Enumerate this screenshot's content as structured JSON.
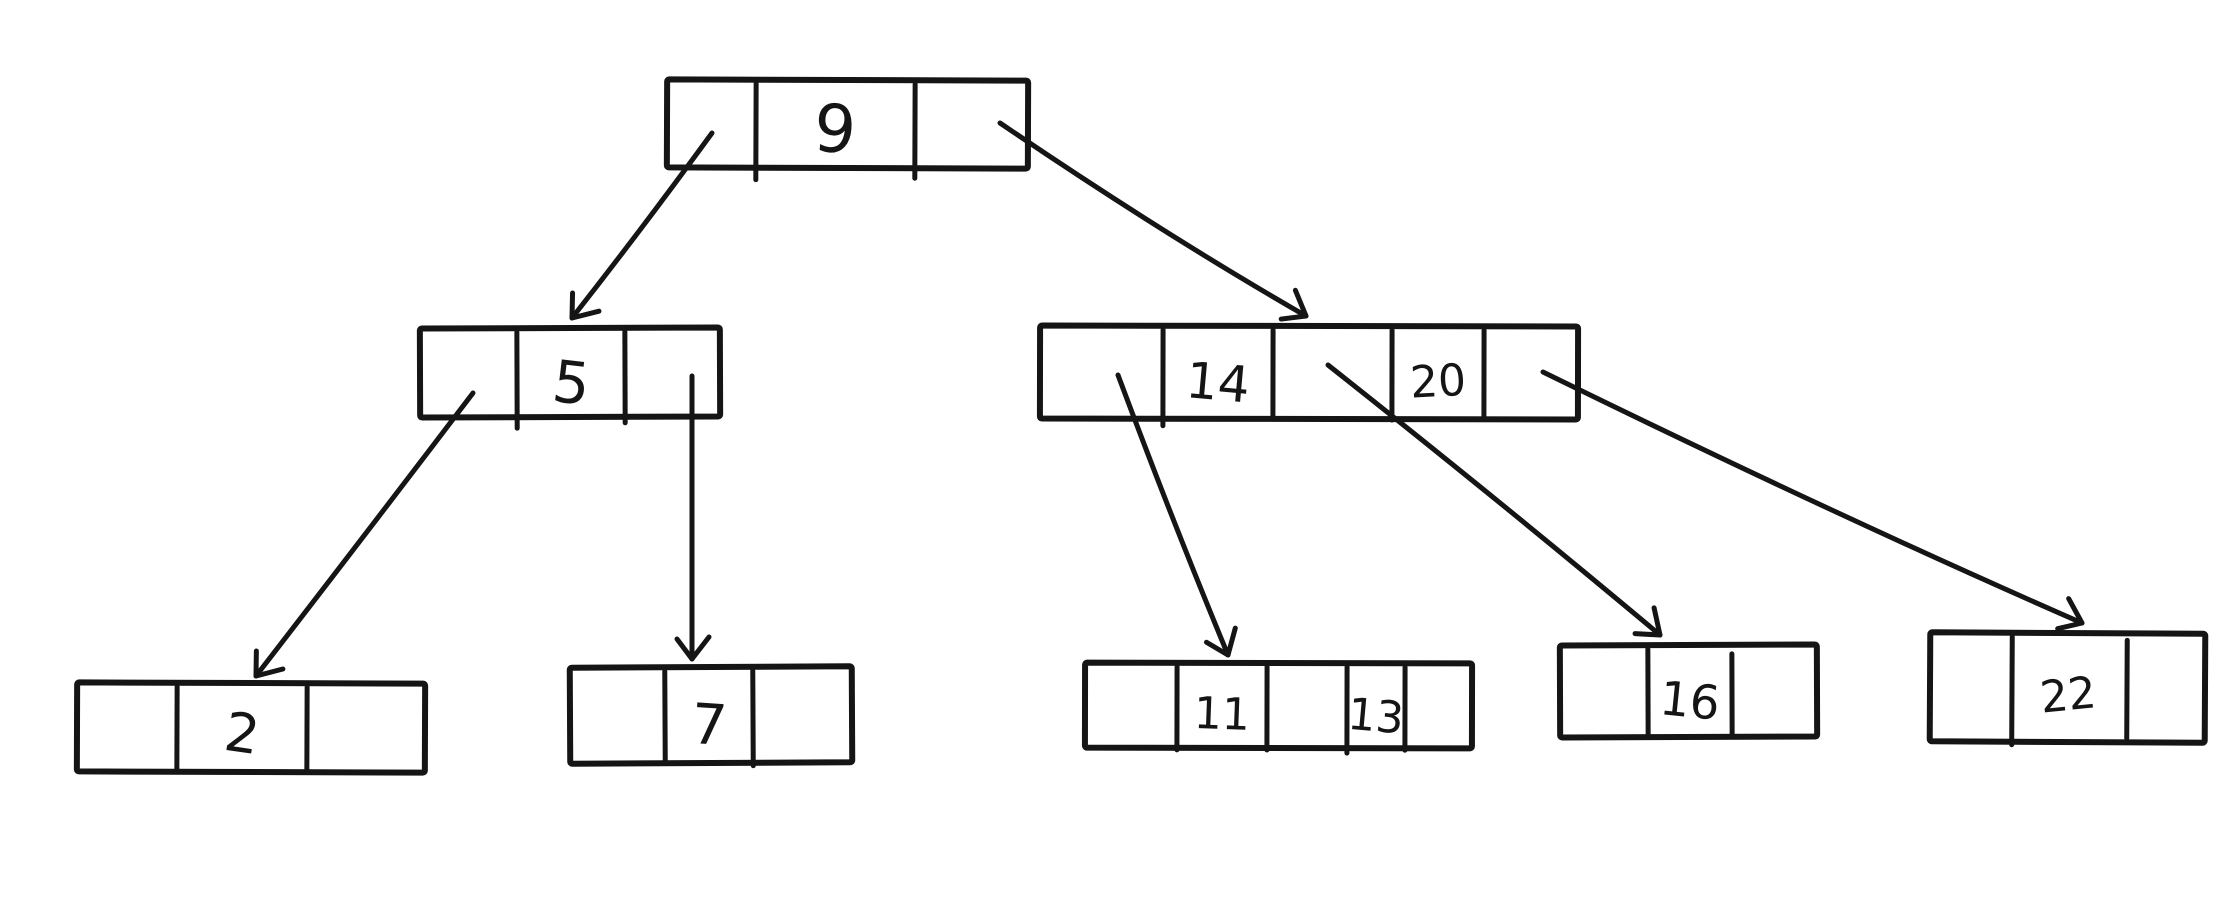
{
  "diagram": {
    "type": "B-tree",
    "background": "#ffffff",
    "ink": "#151515",
    "nodes": [
      {
        "id": "root",
        "level": 0,
        "keys": [
          "9"
        ]
      },
      {
        "id": "node-5",
        "level": 1,
        "keys": [
          "5"
        ]
      },
      {
        "id": "node-14-20",
        "level": 1,
        "keys": [
          "14",
          "20"
        ]
      },
      {
        "id": "node-2",
        "level": 2,
        "keys": [
          "2"
        ]
      },
      {
        "id": "node-7",
        "level": 2,
        "keys": [
          "7"
        ]
      },
      {
        "id": "node-11-13",
        "level": 2,
        "keys": [
          "11",
          "13"
        ]
      },
      {
        "id": "node-16",
        "level": 2,
        "keys": [
          "16"
        ]
      },
      {
        "id": "node-22",
        "level": 2,
        "keys": [
          "22"
        ]
      }
    ],
    "edges": [
      {
        "from": "root",
        "pointer": 0,
        "to": "node-5"
      },
      {
        "from": "root",
        "pointer": 1,
        "to": "node-14-20"
      },
      {
        "from": "node-5",
        "pointer": 0,
        "to": "node-2"
      },
      {
        "from": "node-5",
        "pointer": 1,
        "to": "node-7"
      },
      {
        "from": "node-14-20",
        "pointer": 0,
        "to": "node-11-13"
      },
      {
        "from": "node-14-20",
        "pointer": 1,
        "to": "node-16"
      },
      {
        "from": "node-14-20",
        "pointer": 2,
        "to": "node-22"
      }
    ]
  }
}
